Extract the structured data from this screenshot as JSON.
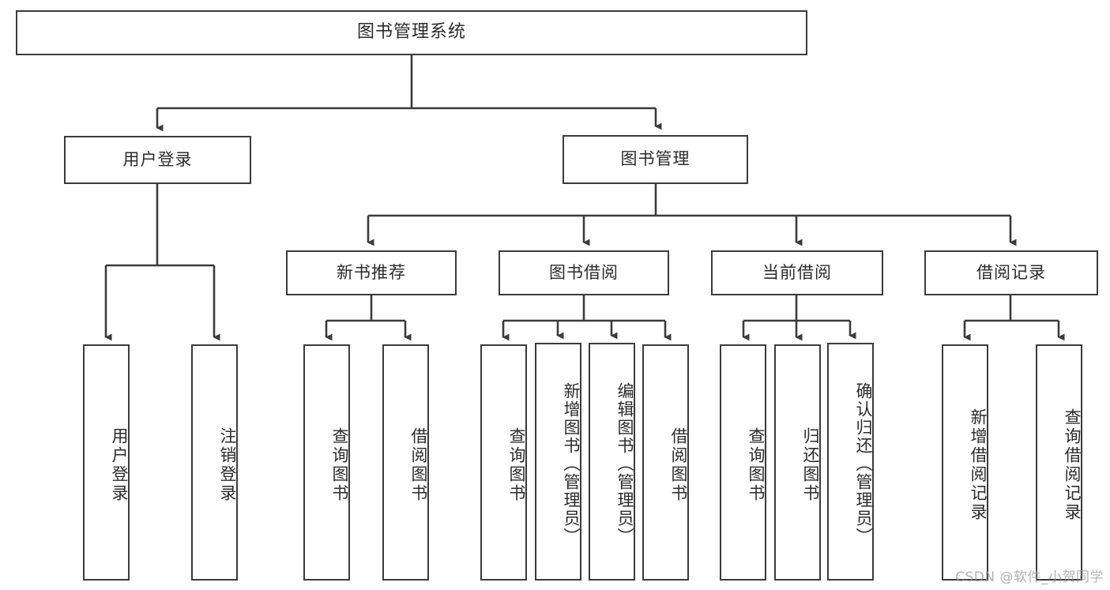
{
  "diagram": {
    "title": "图书管理系统",
    "type": "tree-hierarchy",
    "stroke_color": "#3b3b3b",
    "fill_color": "#ffffff",
    "text_color": "#2b2b2b",
    "root": {
      "label": "图书管理系统"
    },
    "level1": [
      {
        "label": "用户登录"
      },
      {
        "label": "图书管理"
      }
    ],
    "level2": [
      {
        "label": "新书推荐"
      },
      {
        "label": "图书借阅"
      },
      {
        "label": "当前借阅"
      },
      {
        "label": "借阅记录"
      }
    ],
    "leaves": {
      "user_login": [
        {
          "label": "用户登录"
        },
        {
          "label": "注销登录"
        }
      ],
      "new_book_recommend": [
        {
          "label": "查询图书"
        },
        {
          "label": "借阅图书"
        }
      ],
      "book_borrow": [
        {
          "label": "查询图书"
        },
        {
          "label": "新增图书（管理员）"
        },
        {
          "label": "编辑图书（管理员）"
        },
        {
          "label": "借阅图书"
        }
      ],
      "current_borrow": [
        {
          "label": "查询图书"
        },
        {
          "label": "归还图书"
        },
        {
          "label": "确认归还（管理员）"
        }
      ],
      "borrow_record": [
        {
          "label": "新增借阅记录"
        },
        {
          "label": "查询借阅记录"
        }
      ]
    }
  },
  "watermark": {
    "text": "CSDN @软件_小贺同学"
  }
}
